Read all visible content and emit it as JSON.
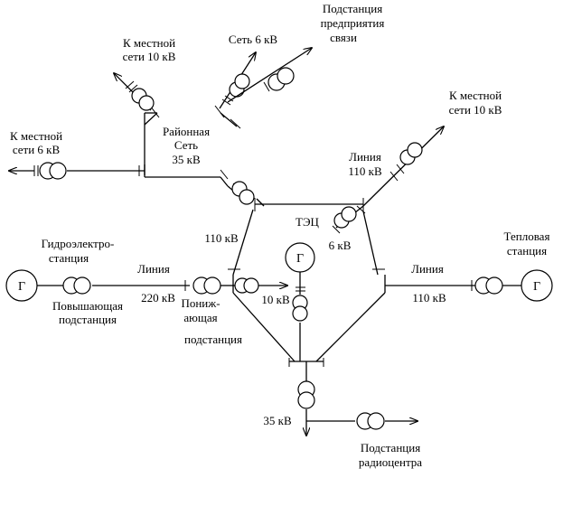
{
  "diagram": {
    "labels": {
      "substation_comm_1": "Подстанция",
      "substation_comm_2": "предприятия",
      "substation_comm_3": "связи",
      "local_net_top_1": "К местной",
      "local_net_top_2": "сети 10 кВ",
      "net_6kv": "Сеть 6 кВ",
      "local_net_right_1": "К местной",
      "local_net_right_2": "сети 10 кВ",
      "local_net_left_1": "К местной",
      "local_net_left_2": "сети   6 кВ",
      "district_net_1": "Районная",
      "district_net_2": "Сеть",
      "district_net_3": "35 кВ",
      "line_110_upper_1": "Линия",
      "line_110_upper_2": "110 кВ",
      "tec": "ТЭЦ",
      "tec_6kv": "6 кВ",
      "v110_left": "110 кВ",
      "hydro_1": "Гидроэлектро-",
      "hydro_2": "станция",
      "thermal_1": "Тепловая",
      "thermal_2": "станция",
      "line_left": "Линия",
      "line_left_kv": "220 кВ",
      "line_right": "Линия",
      "line_right_kv": "110 кВ",
      "stepup_1": "Повышающая",
      "stepup_2": "подстанция",
      "stepdown_1": "Пониж-",
      "stepdown_2": "ающая",
      "stepdown_3": "подстанция",
      "v10kv": "10 кВ",
      "v35kv": "35 кВ",
      "radio_1": "Подстанция",
      "radio_2": "радиоцентра"
    },
    "generator_symbol": "Г"
  }
}
